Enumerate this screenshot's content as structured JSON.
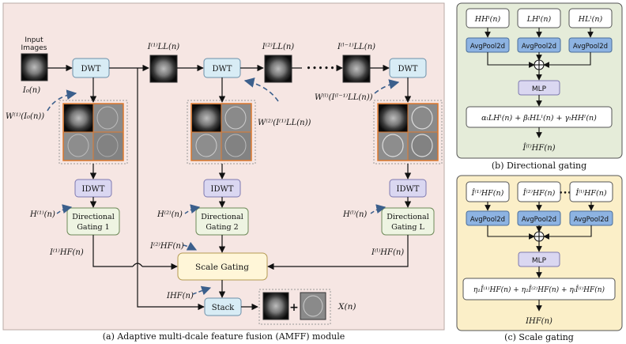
{
  "main_panel": {
    "caption": "(a)   Adaptive multi-dcale feature fusion (AMFF) module",
    "input_label_line1": "Input",
    "input_label_line2": "Images",
    "i0": "I₀(n)",
    "dwt": "DWT",
    "idwt": "IDWT",
    "ill1": "I⁽¹⁾LL(n)",
    "ill2": "I⁽²⁾LL(n)",
    "illl1": "I⁽ˡ⁻¹⁾LL(n)",
    "w1": "W⁽¹⁾(I₀(n))",
    "w2": "W⁽²⁾(I⁽¹⁾LL(n))",
    "wl": "W⁽ˡ⁾(I⁽ˡ⁻¹⁾LL(n))",
    "h1": "H⁽¹⁾(n)",
    "h2": "H⁽²⁾(n)",
    "hl": "H⁽ˡ⁾(n)",
    "dg1_line1": "Directional",
    "dg1_line2": "Gating 1",
    "dg2_line2": "Gating 2",
    "dgl_line2": "Gating L",
    "ihf1": "I⁽¹⁾HF(n)",
    "ihf2": "I⁽²⁾HF(n)",
    "ihfl": "I⁽ˡ⁾HF(n)",
    "scale_gating": "Scale  Gating",
    "ihf": "IHF(n)",
    "stack": "Stack",
    "plus": "+",
    "x_out": "X(n)",
    "dots": "•••••"
  },
  "directional_panel": {
    "caption": "(b)  Directional gating",
    "inputs": [
      "HHˡ(n)",
      "LHˡ(n)",
      "HLˡ(n)"
    ],
    "pool": "AvgPool2d",
    "mlp": "MLP",
    "formula": "αₗLHˡ(n) + βₗHLˡ(n) + γₗHHˡ(n)",
    "output": "Î⁽ˡ⁾HF(n)"
  },
  "scale_panel": {
    "caption": "(c)  Scale gating",
    "inputs": [
      "Î⁽¹⁾HF(n)",
      "Î⁽²⁾HF(n)",
      "Î⁽ˡ⁾HF(n)"
    ],
    "dots": "•••",
    "pool": "AvgPool2d",
    "mlp": "MLP",
    "formula": "η₁Î⁽¹⁾HF(n) + η₂Î⁽²⁾HF(n) + ηₗÎ⁽ˡ⁾HF(n)",
    "output": "IHF(n)"
  },
  "colors": {
    "main_bg": "#f6e6e3",
    "panel_b_bg": "#e5ecd9",
    "panel_c_bg": "#fbefc8",
    "node_blue": "#d8ecf5",
    "node_lilac": "#dad7f1",
    "node_green": "#eef4e2",
    "node_cream": "#fff6d8",
    "pool_blue": "#8db3e2",
    "arrow_dash": "#3b5f8c",
    "wavelet_border": "#e07b30"
  }
}
